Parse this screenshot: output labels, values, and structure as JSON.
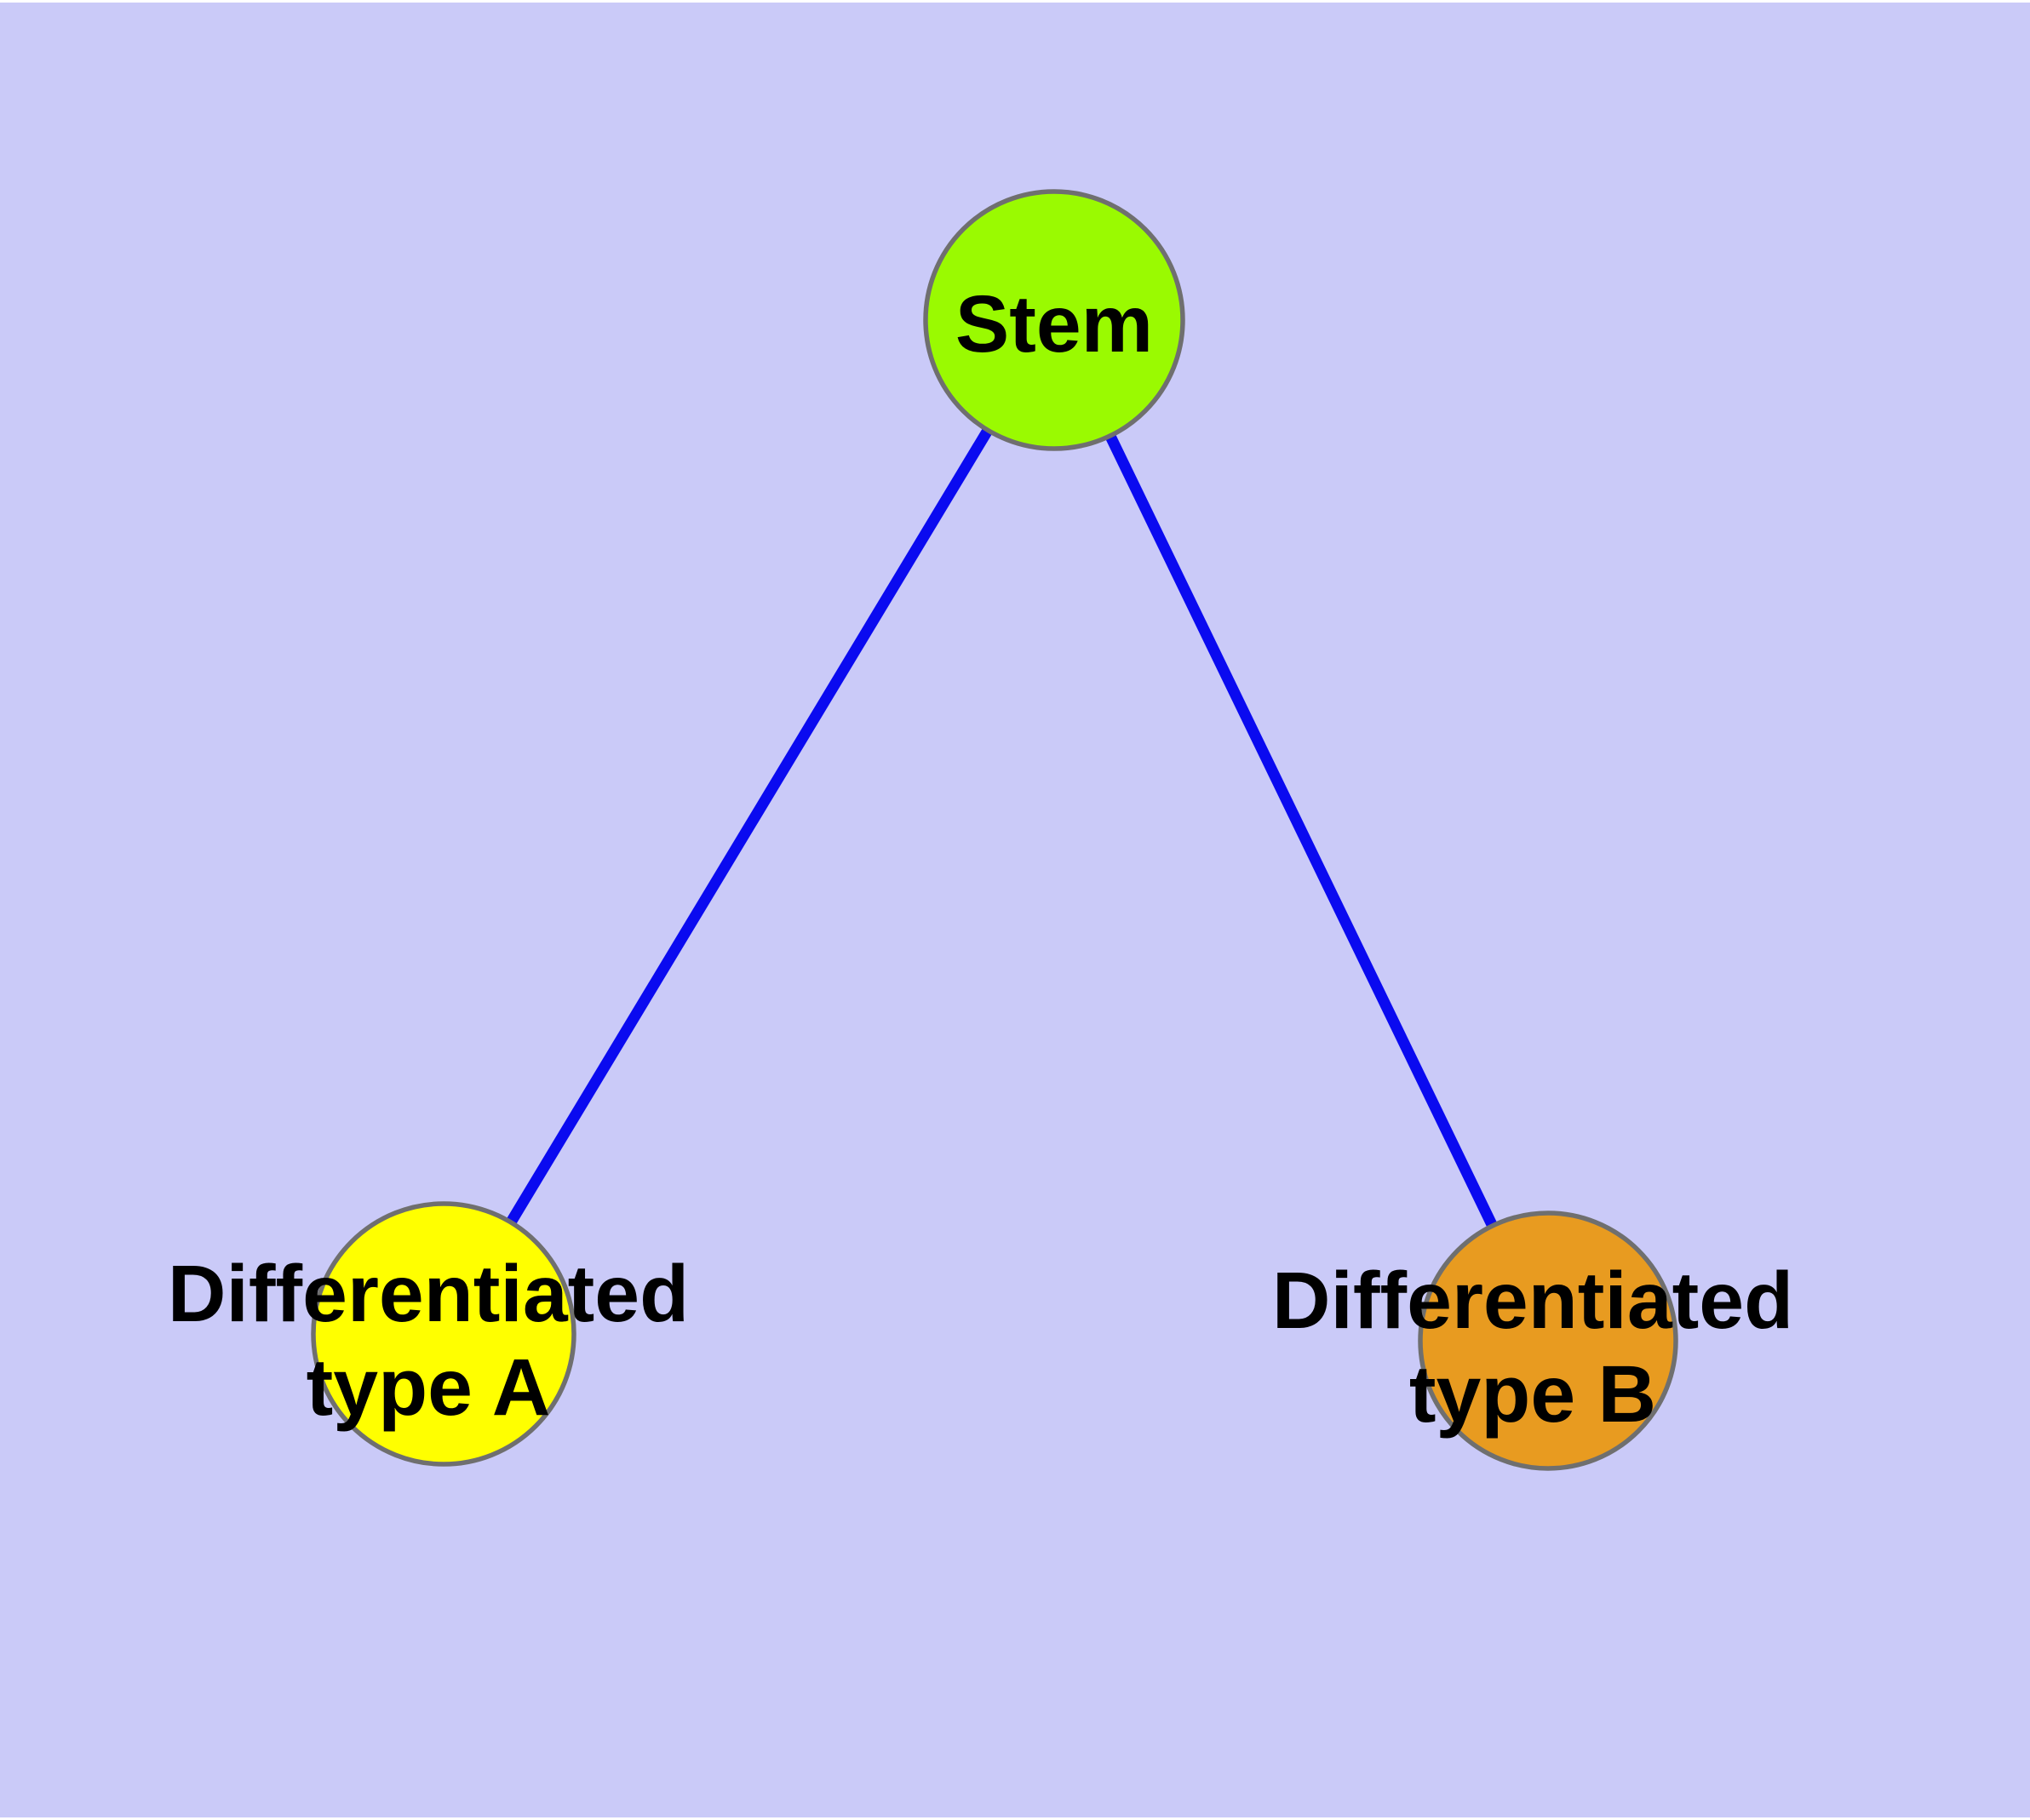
{
  "canvas": {
    "background_color": "#CACAF8",
    "outer_border_color": "#FFFFFF"
  },
  "style": {
    "edge_color": "#0A0AF0",
    "node_border_color": "#6F6F6F",
    "label_color": "#000000"
  },
  "nodes": {
    "stem": {
      "label": "Stem",
      "fill": "#9AFA01"
    },
    "type_a": {
      "label_line1": "Differentiated",
      "label_line2": "type A",
      "fill": "#FFFF00"
    },
    "type_b": {
      "label_line1": "Differentiated",
      "label_line2": "type B",
      "fill": "#E89B20"
    }
  },
  "edges": [
    {
      "from": "Stem",
      "to": "Differentiated type A"
    },
    {
      "from": "Stem",
      "to": "Differentiated type B"
    }
  ]
}
